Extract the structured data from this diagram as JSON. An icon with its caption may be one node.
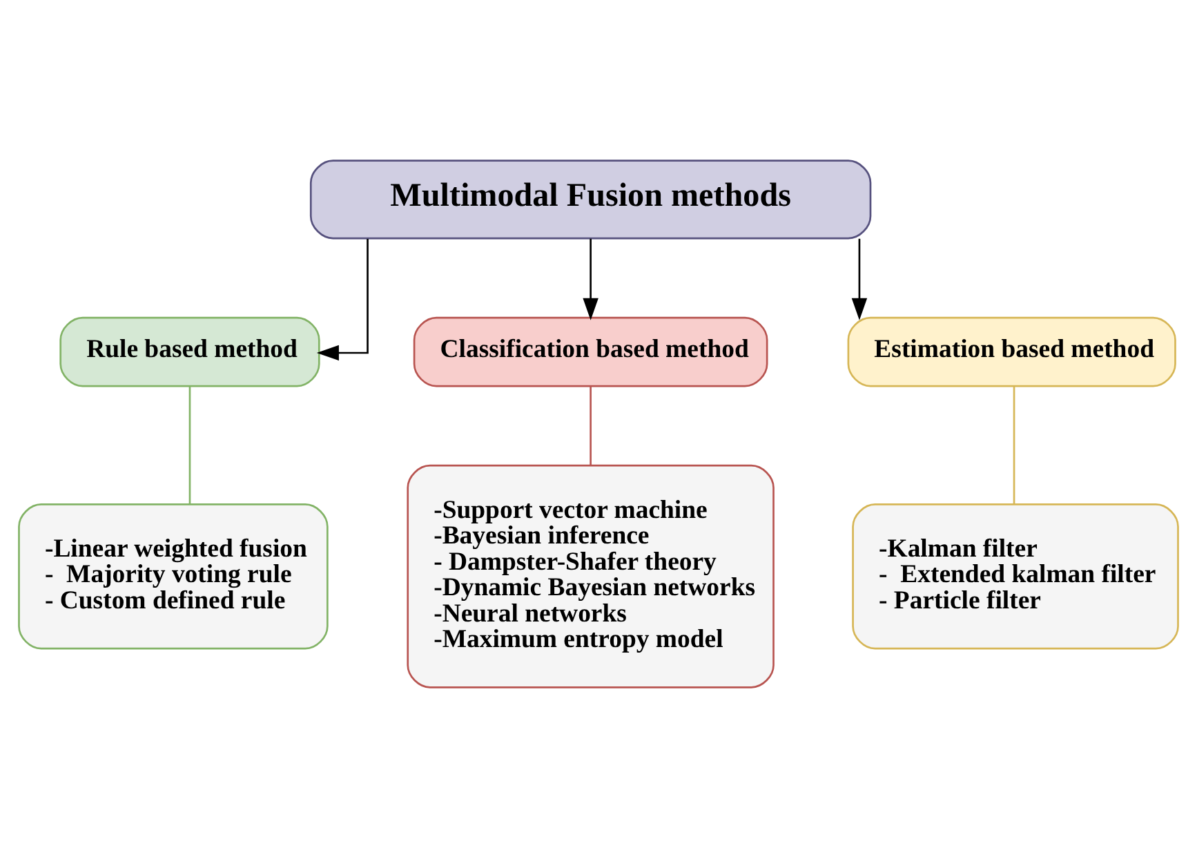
{
  "diagram": {
    "nodes": [
      {
        "text": [
          "Multimodal Fusion methods"
        ]
      },
      {
        "text": [
          "Rule based method"
        ]
      },
      {
        "text": [
          "Classification based method"
        ]
      },
      {
        "text": [
          "Estimation based method"
        ]
      },
      {
        "text": [
          "-Linear weighted fusion",
          "-  Majority voting rule",
          "- Custom defined rule"
        ]
      },
      {
        "text": [
          "-Support vector machine",
          "-Bayesian inference",
          "- Dampster-Shafer theory",
          "-Dynamic Bayesian networks",
          "-Neural networks",
          "-Maximum entropy model"
        ]
      },
      {
        "text": [
          "-Kalman filter",
          "-  Extended kalman filter",
          "- Particle filter"
        ]
      }
    ],
    "edges": [
      {
        "from": 0,
        "to": 1,
        "arrow": "to"
      },
      {
        "from": 0,
        "to": 2,
        "arrow": "to"
      },
      {
        "from": 0,
        "to": 3,
        "arrow": "to"
      },
      {
        "from": 1,
        "to": 4,
        "arrow": "none",
        "color": "#82b366"
      },
      {
        "from": 2,
        "to": 5,
        "arrow": "none",
        "color": "#b85450"
      },
      {
        "from": 3,
        "to": 6,
        "arrow": "none",
        "color": "#d6b656"
      }
    ]
  }
}
